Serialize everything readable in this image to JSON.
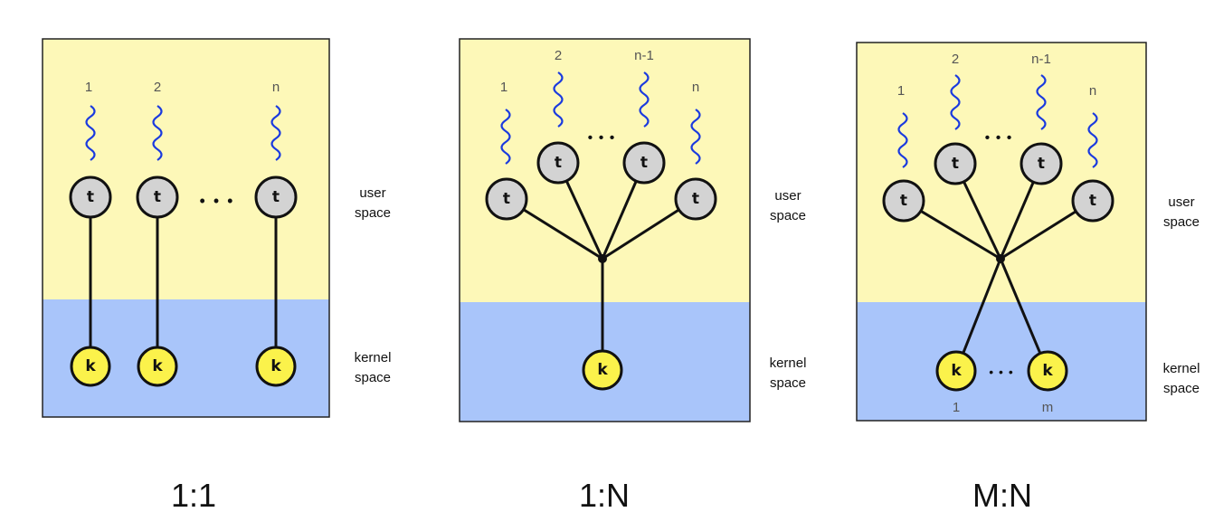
{
  "colors": {
    "user_space": "#fdf8b8",
    "kernel_space": "#a9c5fa",
    "thread_node": "#d3d3d3",
    "kernel_node": "#fbf24b",
    "squiggle": "#1a3adf"
  },
  "node_labels": {
    "thread": "t",
    "kernel": "k"
  },
  "space_labels": {
    "user_line1": "user",
    "user_line2": "space",
    "kernel_line1": "kernel",
    "kernel_line2": "space"
  },
  "ellipsis": "• • •",
  "models": [
    {
      "name": "1:1",
      "thread_numbers": [
        "1",
        "2",
        "n"
      ],
      "kernel_numbers": []
    },
    {
      "name": "1:N",
      "thread_numbers": [
        "1",
        "2",
        "n-1",
        "n"
      ],
      "kernel_numbers": []
    },
    {
      "name": "M:N",
      "thread_numbers": [
        "1",
        "2",
        "n-1",
        "n"
      ],
      "kernel_numbers": [
        "1",
        "m"
      ]
    }
  ]
}
